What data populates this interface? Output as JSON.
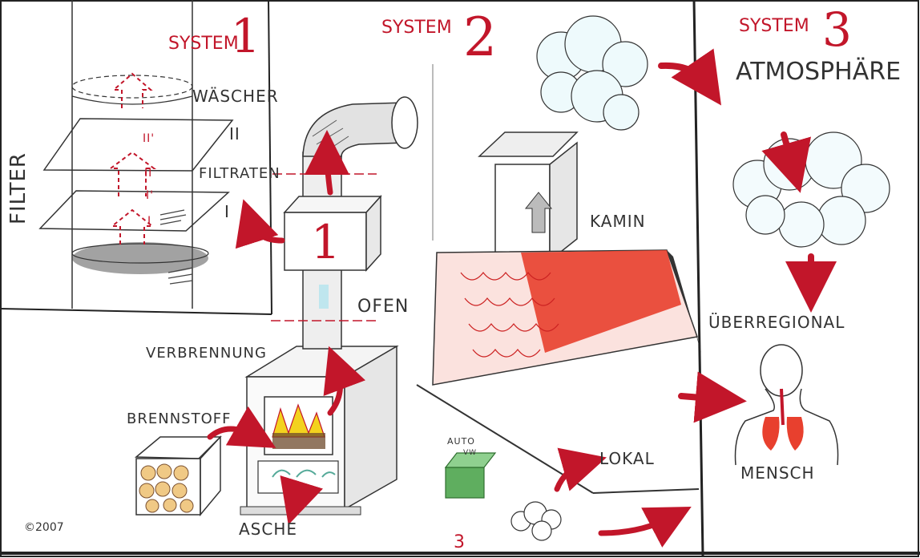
{
  "systems": [
    {
      "word": "SYSTEM",
      "number": "1"
    },
    {
      "word": "SYSTEM",
      "number": "2"
    },
    {
      "word": "SYSTEM",
      "number": "3"
    }
  ],
  "labels": {
    "filter": "FILTER",
    "waescher": "WÄSCHER",
    "filtraten": "FILTRATEN",
    "roman_two": "II",
    "roman_one": "I",
    "roman_two_prime": "II'",
    "roman_two_plain": "II",
    "roman_one_prime": "I'",
    "roman_one_plain": "I",
    "box_one": "1",
    "ofen": "OFEN",
    "verbrennung": "VERBRENNUNG",
    "brennstoff": "BRENNSTOFF",
    "asche": "ASCHE",
    "kamin": "KAMIN",
    "auto": "AUTO",
    "vw": "VW",
    "three": "3",
    "lokal": "LOKAL",
    "atmosphaere": "ATMOSPHÄRE",
    "ueberregional": "ÜBERREGIONAL",
    "mensch": "MENSCH",
    "signature": "©2007"
  },
  "colors": {
    "accent_red": "#c2162a",
    "roof_red": "#e8402e",
    "ink": "#333333",
    "cloud_blue": "#bfe6ee",
    "car_green": "#5fae5f"
  }
}
